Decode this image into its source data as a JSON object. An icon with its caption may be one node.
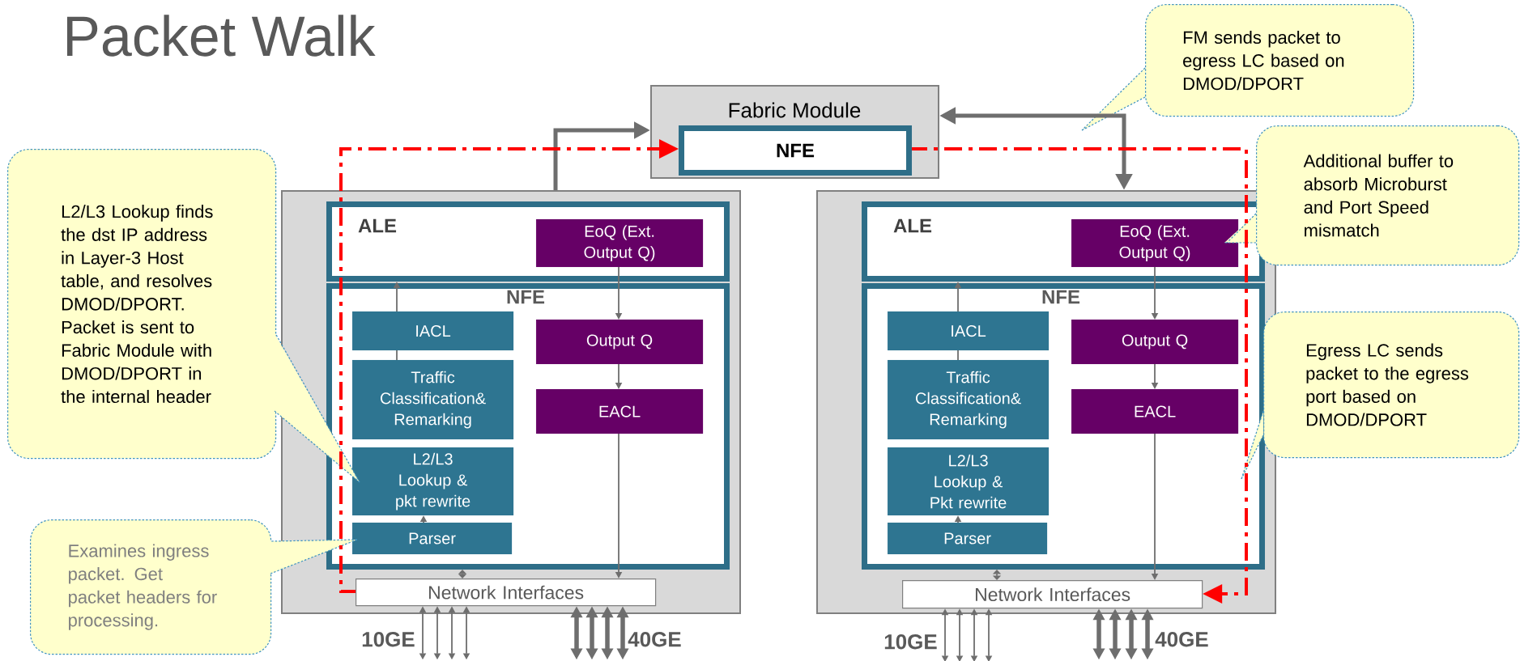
{
  "diagram": {
    "title": "Packet Walk",
    "nodes": [
      {
        "text": [
          "L2/L3 Lookup finds the dst IP address in Layer-3 Host table, and resolves DMOD/DPORT. Packet is sent to Fabric Module with DMOD/DPORT in the internal header"
        ]
      },
      {
        "text": [
          "Examines ingress packet. Get packet headers for processing."
        ]
      },
      {
        "text": [
          "Fabric Module"
        ]
      },
      {
        "text": [
          "NFE"
        ],
        "in": 2
      },
      {
        "text": [
          "FM sends packet to egress LC based on DMOD/DPORT"
        ]
      },
      {
        "text": [
          "Additional buffer to absorb Microburst and Port Speed mismatch"
        ]
      },
      {
        "text": [
          "Egress LC sends packet to the egress port based on DMOD/DPORT"
        ]
      },
      {
        "text": [],
        "shape": "box"
      },
      {
        "text": [
          "ALE"
        ],
        "in": 7
      },
      {
        "text": [
          "EoQ (Ext. Output Q)"
        ],
        "in": 8
      },
      {
        "text": [
          "NFE"
        ],
        "in": 7
      },
      {
        "text": [
          "IACL"
        ],
        "in": 10
      },
      {
        "text": [
          "Traffic Classification& Remarking"
        ],
        "in": 10
      },
      {
        "text": [
          "L2/L3 Lookup & pkt rewrite"
        ],
        "in": 10
      },
      {
        "text": [
          "Parser"
        ],
        "in": 10
      },
      {
        "text": [
          "Output Q"
        ],
        "in": 10
      },
      {
        "text": [
          "EACL"
        ],
        "in": 10
      },
      {
        "text": [
          "Network Interfaces"
        ],
        "in": 7
      },
      {
        "text": [],
        "shape": "box"
      },
      {
        "text": [
          "ALE"
        ],
        "in": 18
      },
      {
        "text": [
          "EoQ (Ext. Output Q)"
        ],
        "in": 19
      },
      {
        "text": [
          "NFE"
        ],
        "in": 18
      },
      {
        "text": [
          "IACL"
        ],
        "in": 21
      },
      {
        "text": [
          "Traffic Classification& Remarking"
        ],
        "in": 21
      },
      {
        "text": [
          "L2/L3 Lookup & Pkt rewrite"
        ],
        "in": 21
      },
      {
        "text": [
          "Parser"
        ],
        "in": 21
      },
      {
        "text": [
          "Output Q"
        ],
        "in": 21
      },
      {
        "text": [
          "EACL"
        ],
        "in": 21
      },
      {
        "text": [
          "Network Interfaces"
        ],
        "in": 18
      },
      {
        "text": [
          "10GE"
        ]
      },
      {
        "text": [
          "40GE"
        ]
      },
      {
        "text": [
          "10GE"
        ]
      },
      {
        "text": [
          "40GE"
        ]
      }
    ],
    "edges": [
      {
        "from": 0,
        "to": 13,
        "arrow": "none",
        "style": "dashed"
      },
      {
        "from": 1,
        "to": 14,
        "arrow": "none",
        "style": "dashed"
      },
      {
        "from": 4,
        "to": null,
        "arrow": "none",
        "style": "dashed"
      },
      {
        "from": 5,
        "to": 20,
        "arrow": "none",
        "style": "dashed"
      },
      {
        "from": 6,
        "to": null,
        "arrow": "none",
        "style": "dashed"
      },
      {
        "from": 7,
        "to": 2,
        "arrow": "to",
        "style": "thick"
      },
      {
        "from": 2,
        "to": 18,
        "arrow": "both",
        "style": "thick"
      },
      {
        "from": 12,
        "to": 11,
        "arrow": "none"
      },
      {
        "from": 11,
        "to": 8,
        "arrow": "to"
      },
      {
        "from": 14,
        "to": 13,
        "arrow": "to"
      },
      {
        "from": 9,
        "to": 15,
        "arrow": "to"
      },
      {
        "from": 15,
        "to": 16,
        "arrow": "to"
      },
      {
        "from": 16,
        "to": 17,
        "arrow": "to"
      },
      {
        "from": 10,
        "to": 17,
        "arrow": "both"
      },
      {
        "from": 23,
        "to": 22,
        "arrow": "none"
      },
      {
        "from": 22,
        "to": 19,
        "arrow": "to"
      },
      {
        "from": 25,
        "to": 24,
        "arrow": "to"
      },
      {
        "from": 20,
        "to": 26,
        "arrow": "to"
      },
      {
        "from": 26,
        "to": 27,
        "arrow": "to"
      },
      {
        "from": 27,
        "to": 28,
        "arrow": "to"
      },
      {
        "from": 21,
        "to": 28,
        "arrow": "both"
      },
      {
        "from": 17,
        "to": 3,
        "arrow": "to",
        "style": "dashed",
        "color": "#ff0000"
      },
      {
        "from": 3,
        "to": 28,
        "arrow": "to",
        "style": "dashed",
        "color": "#ff0000"
      },
      {
        "from": 17,
        "to": 29,
        "arrow": "both"
      },
      {
        "from": 17,
        "to": 29,
        "arrow": "both"
      },
      {
        "from": 17,
        "to": 29,
        "arrow": "both"
      },
      {
        "from": 17,
        "to": 29,
        "arrow": "both"
      },
      {
        "from": 17,
        "to": 30,
        "arrow": "both",
        "style": "thick"
      },
      {
        "from": 17,
        "to": 30,
        "arrow": "both",
        "style": "thick"
      },
      {
        "from": 17,
        "to": 30,
        "arrow": "both",
        "style": "thick"
      },
      {
        "from": 17,
        "to": 30,
        "arrow": "both",
        "style": "thick"
      },
      {
        "from": 28,
        "to": 31,
        "arrow": "both"
      },
      {
        "from": 28,
        "to": 31,
        "arrow": "both"
      },
      {
        "from": 28,
        "to": 31,
        "arrow": "both"
      },
      {
        "from": 28,
        "to": 31,
        "arrow": "both"
      },
      {
        "from": 28,
        "to": 32,
        "arrow": "both",
        "style": "thick"
      },
      {
        "from": 28,
        "to": 32,
        "arrow": "both",
        "style": "thick"
      },
      {
        "from": 28,
        "to": 32,
        "arrow": "both",
        "style": "thick"
      },
      {
        "from": 28,
        "to": 32,
        "arrow": "both",
        "style": "thick"
      }
    ]
  }
}
